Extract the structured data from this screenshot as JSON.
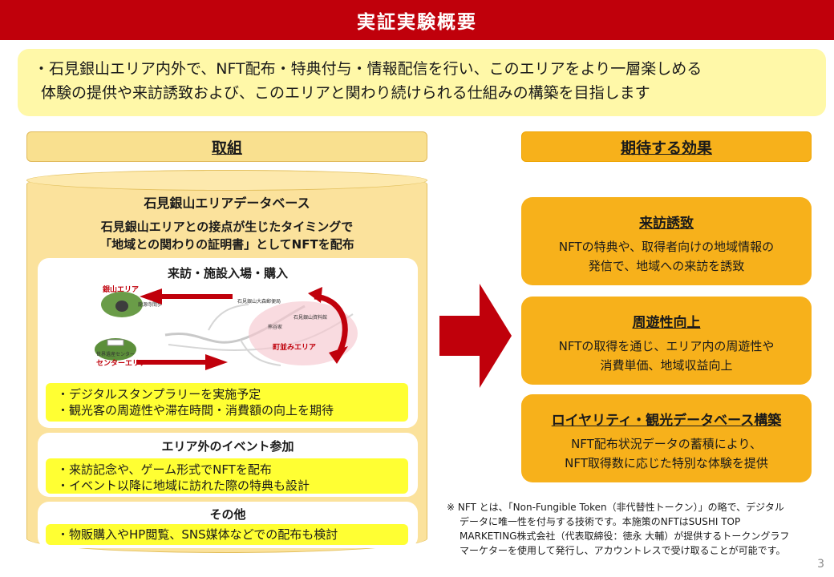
{
  "header": {
    "title": "実証実験概要"
  },
  "summary": {
    "lines": [
      "・石見銀山エリア内外で、NFT配布・特典付与・情報配信を行い、このエリアをより一層楽しめる",
      "体験の提供や来訪誘致および、このエリアと関わり続けられる仕組みの構築を目指します"
    ]
  },
  "left": {
    "header": "取組",
    "database_title": "石見銀山エリアデータベース",
    "subtitle_lines": [
      "石見銀山エリアとの接点が生じたタイミングで",
      "「地域との関わりの証明書」としてNFTを配布"
    ],
    "sections": [
      {
        "title": "来訪・施設入場・購入",
        "notes": [
          "・デジタルスタンプラリーを実施予定",
          "・観光客の周遊性や滞在時間・消費額の向上を期待"
        ]
      },
      {
        "title": "エリア外のイベント参加",
        "notes": [
          "・来訪記念や、ゲーム形式でNFTを配布",
          "・イベント以降に地域に訪れた際の特典も設計"
        ]
      },
      {
        "title": "その他",
        "notes": [
          "・物販購入やHP閲覧、SNS媒体などでの配布も検討"
        ]
      }
    ],
    "map": {
      "area_ginzan": "銀山エリア",
      "site_ryugenji": "龍源寺間歩",
      "area_center": "センターエリア",
      "site_center": "世界遺産センター",
      "area_town": "町並みエリア",
      "site_post": "石見銀山大森郵便局",
      "site_museum": "石見銀山資料館",
      "site_kumagai": "熊谷家"
    }
  },
  "right": {
    "header": "期待する効果",
    "effects": [
      {
        "title": "来訪誘致",
        "lines": [
          "NFTの特典や、取得者向けの地域情報の",
          "発信で、地域への来訪を誘致"
        ]
      },
      {
        "title": "周遊性向上",
        "lines": [
          "NFTの取得を通じ、エリア内の周遊性や",
          "消費単価、地域収益向上"
        ]
      },
      {
        "title": "ロイヤリティ・観光データベース構築",
        "lines": [
          "NFT配布状況データの蓄積により、",
          "NFT取得数に応じた特別な体験を提供"
        ]
      }
    ]
  },
  "footnote": {
    "lines": [
      "※ NFT とは、「Non-Fungible Token（非代替性トークン）」の略で、デジタル",
      "データに唯一性を付与する技術です。本施策のNFTはSUSHI TOP",
      "MARKETING株式会社（代表取締役：徳永 大輔）が提供するトークングラフ",
      "マーケターを使用して発行し、アカウントレスで受け取ることが可能です。"
    ]
  },
  "page_number": "3",
  "colors": {
    "title_bar": "#c0000b",
    "summary_bg": "#fff8a8",
    "effect_bg": "#f7b11b",
    "note_bg": "#ffff33",
    "arrow": "#c0000b"
  }
}
